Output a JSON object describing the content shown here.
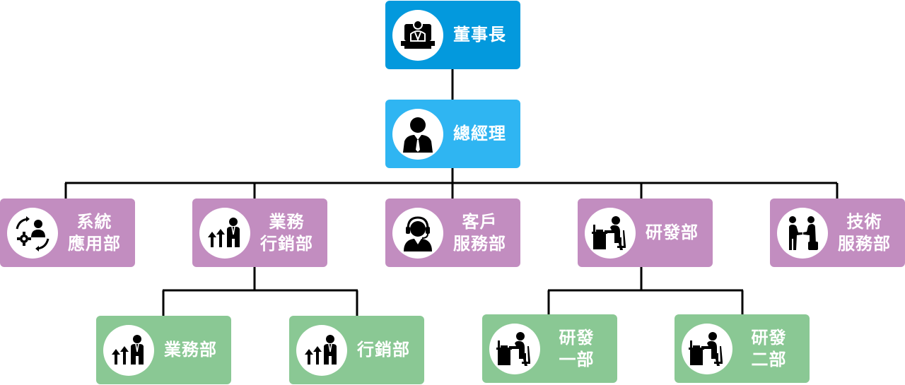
{
  "colors": {
    "chairman": "#0399dd",
    "manager": "#2fb5f2",
    "department": "#c28dc0",
    "subdepartment": "#8ac894",
    "line": "#000000"
  },
  "nodes": {
    "chairman": {
      "label": "董事長",
      "icon": "chairman-desk-icon"
    },
    "gm": {
      "label": "總經理",
      "icon": "businessman-icon"
    },
    "sysapp": {
      "label": "系統\n應用部",
      "icon": "process-user-icon"
    },
    "salesmkt": {
      "label": "業務\n行銷部",
      "icon": "growth-people-icon"
    },
    "cs": {
      "label": "客戶\n服務部",
      "icon": "headset-agent-icon"
    },
    "rd": {
      "label": "研發部",
      "icon": "computer-worker-icon"
    },
    "tech": {
      "label": "技術\n服務部",
      "icon": "handshake-icon"
    },
    "sales": {
      "label": "業務部",
      "icon": "growth-people-icon"
    },
    "mkt": {
      "label": "行銷部",
      "icon": "growth-people-icon"
    },
    "rd1": {
      "label": "研發\n一部",
      "icon": "computer-worker-icon"
    },
    "rd2": {
      "label": "研發\n二部",
      "icon": "computer-worker-icon"
    }
  }
}
